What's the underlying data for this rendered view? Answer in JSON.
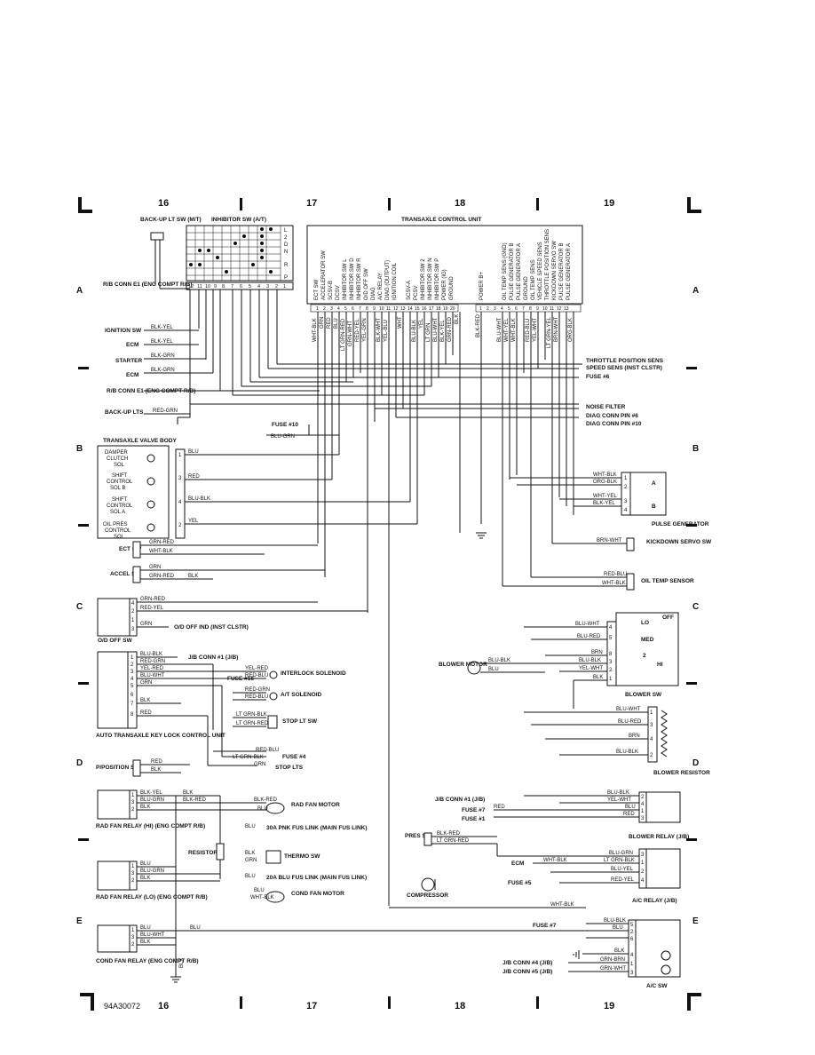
{
  "columns": [
    "16",
    "17",
    "18",
    "19"
  ],
  "rows": [
    "A",
    "B",
    "C",
    "D",
    "E"
  ],
  "code": "94A30072",
  "units": {
    "inhibitor": "INHIBITOR SW (A/T)",
    "backup": "BACK-UP LT SW (M/T)",
    "tcu": "TRANSAXLE CONTROL UNIT",
    "valvebody": "TRANSAXLE VALVE BODY",
    "pulsegen": "PULSE GENERATOR",
    "kickdown": "KICKDOWN SERVO SW",
    "oiltemp": "OIL TEMP SENSOR",
    "blowersw": "BLOWER SW",
    "blowermotor": "BLOWER MOTOR",
    "blowerres": "BLOWER RESISTOR",
    "blowerrelay": "BLOWER RELAY (J/B)",
    "acrelay": "A/C RELAY (J/B)",
    "acsw": "A/C SW",
    "compressor": "COMPRESSOR",
    "pressw": "PRES SW",
    "odoff": "O/D OFF SW",
    "keylock": "AUTO TRANSAXLE KEY LOCK CONTROL UNIT",
    "ppos": "P/POSITION SW",
    "radhi": "RAD FAN RELAY (HI) (ENG COMPT R/B)",
    "radlo": "RAD FAN RELAY (LO) (ENG COMPT R/B)",
    "condrelay": "COND FAN RELAY (ENG COMPT R/B)",
    "radmotor": "RAD FAN MOTOR",
    "condmotor": "COND FAN MOTOR",
    "thermo": "THERMO SW",
    "resistor": "RESISTOR",
    "ect": "ECT SW",
    "accel": "ACCEL SW",
    "interlock": "INTERLOCK SOLENOID",
    "atsol": "A/T SOLENOID",
    "stoplt": "STOP LT SW",
    "ecm": "ECM"
  },
  "left_labels": [
    "IGNITION SW",
    "ECM",
    "STARTER",
    "ECM",
    "R/B CONN E1 (ENG COMPT R/B)",
    "BACK-UP LTS",
    "R/B CONN E1 (ENG COMPT R/B)"
  ],
  "left_wires": [
    "BLK-YEL",
    "BLK-YEL",
    "BLK-GRN",
    "BLK-GRN",
    "RED-GRN"
  ],
  "tcu_pins_left": [
    "ECT SW",
    "ACCELERATOR SW",
    "SCSV-B",
    "DCSV",
    "INHIBITOR SW L",
    "INHIBITOR SW D",
    "INHIBITOR SW R",
    "O/D OFF SW",
    "DIAG",
    "A/C RELAY",
    "DIAG (OUTPUT)",
    "IGNITION COIL",
    "SCSV-A",
    "PCSV",
    "INHIBITOR SW 2",
    "INHIBITOR SW N",
    "INHIBITOR SW P",
    "POWER (IG)",
    "GROUND"
  ],
  "tcu_pins_right": [
    "POWER B+",
    "OIL TEMP SENS (GND)",
    "PULSE GENERATOR B",
    "PULSE GENERATOR A",
    "GROUND",
    "OIL TEMP SENS",
    "VEHICLE SPEED SENS",
    "THROTTLE POSITION SENS",
    "KICKDOWN SERVO SW",
    "PULSE GENERATOR B",
    "PULSE GENERATOR A"
  ],
  "tcu_wires": [
    "WHT-BLK",
    "GRN",
    "RED",
    "BLU",
    "LT GRN-RED",
    "GRN-WHT",
    "RED-YEL",
    "YEL-GRN",
    "BLK-WHT",
    "YEL-BLU",
    "WHT",
    "BLU-BLK",
    "YEL",
    "LT GRN",
    "BLU-WHT",
    "BLK-YEL",
    "GRN-RED",
    "BLK",
    "BLK-RED",
    "BLU-WHT",
    "WHT-YEL",
    "WHT-BLK",
    "RED-BLU",
    "YEL-WHT",
    "LT GRN-YEL",
    "BRN-WHT",
    "ORG-BLK"
  ],
  "right_refs": [
    "THROTTLE POSITION SENS",
    "SPEED SENS (INST CLSTR)",
    "FUSE #6",
    "NOISE FILTER",
    "DIAG CONN PIN #6",
    "DIAG CONN PIN #10"
  ],
  "fuses": [
    "FUSE #10",
    "FUSE #16",
    "FUSE #4",
    "FUSE #7",
    "FUSE #1",
    "FUSE #5",
    "FUSE #7"
  ],
  "misc": [
    "O/D OFF IND (INST CLSTR)",
    "J/B CONN #1 (J/B)",
    "STOP LTS",
    "J/B CONN #1 (J/B)",
    "30A PNK FUS LINK (MAIN FUS LINK)",
    "20A BLU FUS LINK (MAIN FUS LINK)",
    "J/B CONN #4 (J/B)",
    "J/B CONN #5 (J/B)"
  ],
  "blower_positions": [
    "OFF",
    "LO",
    "MED",
    "2",
    "HI"
  ],
  "wire_colors_misc": [
    "BLU",
    "RED",
    "BLU-BLK",
    "YEL",
    "GRN-RED",
    "WHT-BLK",
    "GRN",
    "GRN-RED",
    "BLK",
    "RED-YEL",
    "BLU-BLK",
    "RED-GRN",
    "YEL-RED",
    "BLU-WHT",
    "RED-BLU",
    "RED-GRN",
    "LT GRN-BLK",
    "LT GRN-RED",
    "BLK-RED",
    "BLU-GRN",
    "BRN-WHT",
    "WHT-BLK",
    "ORG-BLK",
    "WHT-YEL",
    "BLK-YEL",
    "BLU-RED",
    "BRN",
    "YEL-WHT",
    "LT GRN-BLK",
    "BLU-YEL",
    "GRN-BRN",
    "GRN-WHT"
  ]
}
